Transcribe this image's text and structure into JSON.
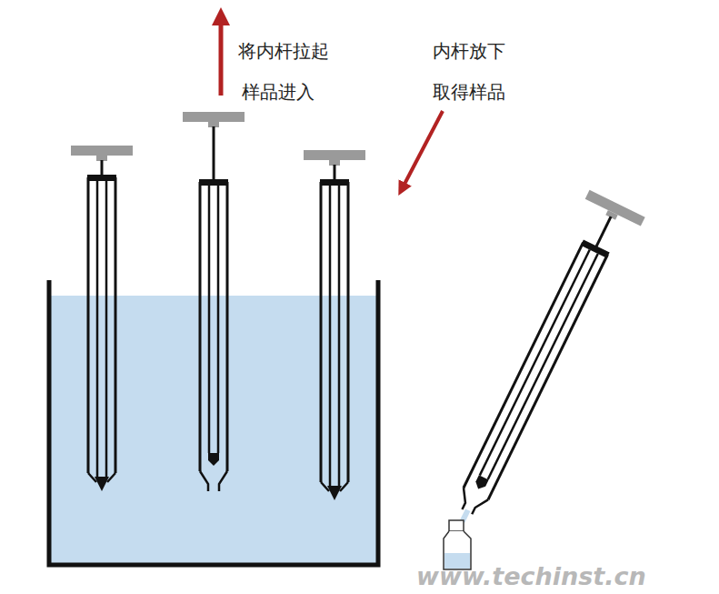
{
  "diagram": {
    "labels": [
      "将内杆拉起",
      "样品进入",
      "内杆放下",
      "取得样品",
      "www.techinst.cn"
    ]
  }
}
